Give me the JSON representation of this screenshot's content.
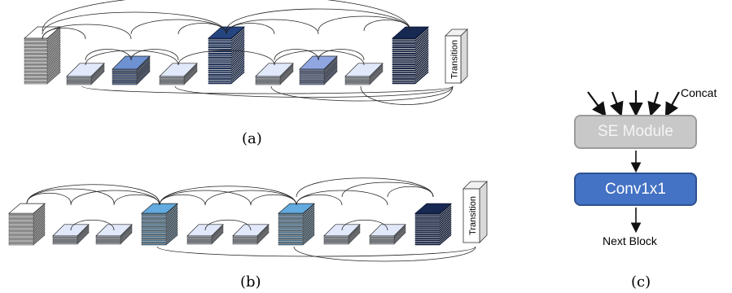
{
  "diagram_a": {
    "transition_label": "Transition",
    "caption": "(a)",
    "feature_maps": [
      {
        "kind": "big",
        "color": "#ffffff"
      },
      {
        "kind": "small",
        "color": "#d7dff0"
      },
      {
        "kind": "small",
        "color": "#6a8bc9"
      },
      {
        "kind": "small",
        "color": "#d7dff0"
      },
      {
        "kind": "big",
        "color": "#24427c"
      },
      {
        "kind": "small",
        "color": "#d7dff0"
      },
      {
        "kind": "small",
        "color": "#8aa0d8"
      },
      {
        "kind": "small",
        "color": "#d7dff0"
      },
      {
        "kind": "big",
        "color": "#16264f"
      }
    ]
  },
  "diagram_b": {
    "transition_label": "Transition",
    "caption": "(b)",
    "feature_maps": [
      {
        "kind": "big",
        "color": "#ffffff"
      },
      {
        "kind": "small",
        "color": "#d7dff0"
      },
      {
        "kind": "small",
        "color": "#d7dff0"
      },
      {
        "kind": "big",
        "color": "#5ea3d6"
      },
      {
        "kind": "small",
        "color": "#d7dff0"
      },
      {
        "kind": "small",
        "color": "#d7dff0"
      },
      {
        "kind": "big",
        "color": "#5ea3d6"
      },
      {
        "kind": "small",
        "color": "#d7dff0"
      },
      {
        "kind": "small",
        "color": "#d7dff0"
      },
      {
        "kind": "big",
        "color": "#16264f"
      }
    ]
  },
  "diagram_c": {
    "concat_label": "Concat",
    "se_module_label": "SE Module",
    "conv_label": "Conv1x1",
    "next_label": "Next Block",
    "caption": "(c)",
    "colors": {
      "se_fill": "#c8c8c8",
      "conv_fill": "#4472c4"
    }
  }
}
